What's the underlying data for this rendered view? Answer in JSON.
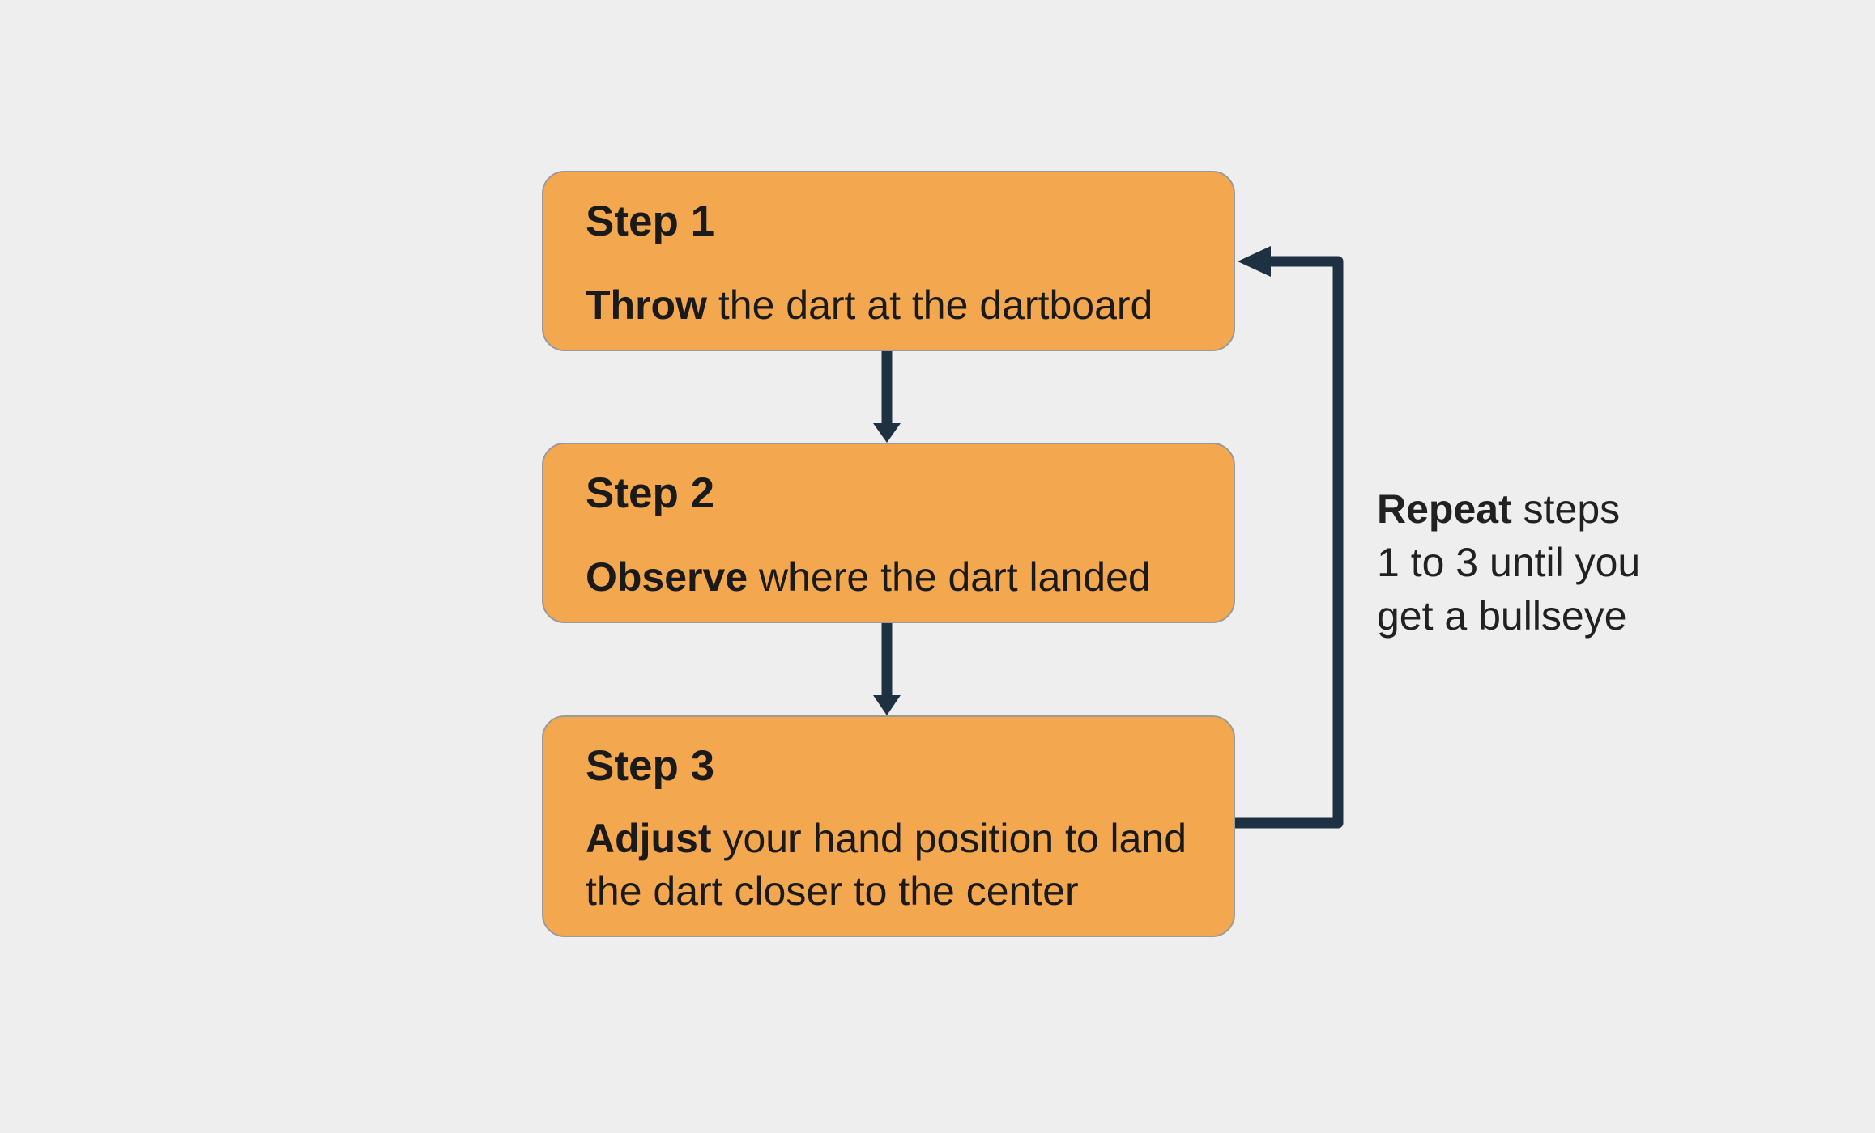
{
  "diagram": {
    "steps": [
      {
        "label": "Step 1",
        "lead": "Throw",
        "rest": " the dart at the dartboard"
      },
      {
        "label": "Step 2",
        "lead": "Observe",
        "rest": " where the dart landed"
      },
      {
        "label": "Step 3",
        "lead": "Adjust",
        "rest": " your hand position to land the dart closer to the center"
      }
    ],
    "loop_note": {
      "lead": "Repeat",
      "line1_rest": " steps",
      "line2": "1 to 3 until you",
      "line3": "get a bullseye"
    }
  },
  "colors": {
    "background": "#eeeeee",
    "box_fill": "#f3a74e",
    "box_border": "#9a9a9a",
    "box_text": "#1a1a1a",
    "arrow": "#1d3142",
    "note_text": "#212121"
  }
}
